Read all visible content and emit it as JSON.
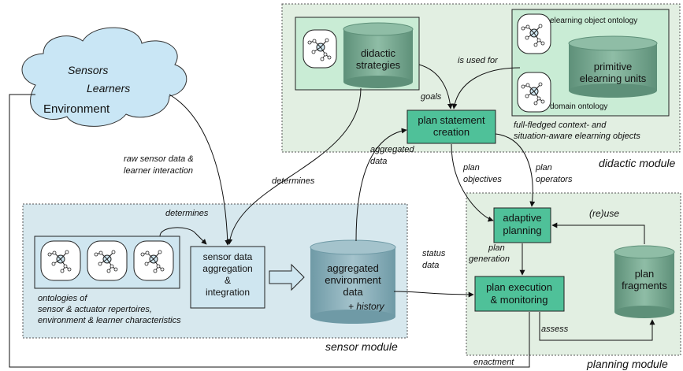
{
  "cloud": {
    "sensors": "Sensors",
    "learners": "Learners",
    "environment": "Environment"
  },
  "didactic": {
    "module_label": "didactic module",
    "strategies": "didactic strategies",
    "elearning_ontology": "elearning object ontology",
    "primitive_units": "primitive elearning units",
    "domain_ontology": "domain ontology",
    "is_used_for": "is used for",
    "goals": "goals",
    "plan_statement": "plan statement creation",
    "full_fledged": "full-fledged context- and situation-aware elearning objects"
  },
  "sensor": {
    "module_label": "sensor module",
    "determines_top": "determines",
    "aggregation": "sensor data aggregation & integration",
    "aggregated_env": "aggregated environment data",
    "history": "+ history",
    "ontologies": "ontologies of sensor & actuator repertoires, environment & learner characteristics"
  },
  "planning": {
    "module_label": "planning module",
    "adaptive": "adaptive planning",
    "execution": "plan execution & monitoring",
    "fragments": "plan fragments",
    "reuse": "(re)use",
    "assess": "assess",
    "plan_generation": "plan generation",
    "status_data": "status data",
    "enactment": "enactment"
  },
  "edges": {
    "raw_sensor": "raw sensor data & learner interaction",
    "determines": "determines",
    "aggregated_data": "aggregated data",
    "plan_objectives": "plan objectives",
    "plan_operators": "plan operators"
  },
  "colors": {
    "panel_fill": "#e2efe2",
    "sensor_fill": "#d7e8ee",
    "box_fill": "#4fc199",
    "light_box": "#c9ecd5",
    "cylinder": "#76a790",
    "cloud": "#c9e6f5"
  }
}
